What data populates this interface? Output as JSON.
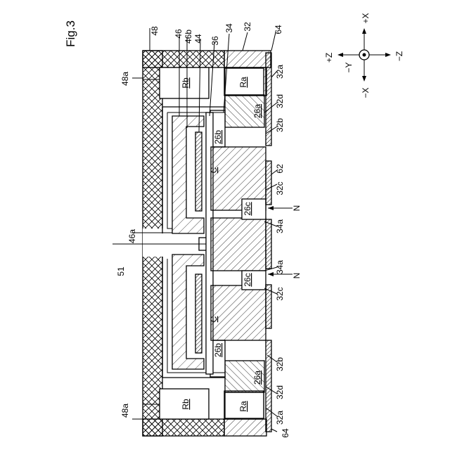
{
  "figure": {
    "title": "Fig.3",
    "labels": {
      "n48": "48",
      "n46": "46",
      "n46b": "46b",
      "n44": "44",
      "n36": "36",
      "n34": "34",
      "n32": "32",
      "n64_top": "64",
      "n64_bot": "64",
      "n62": "62",
      "n51": "51",
      "n48a_top": "48a",
      "n48a_bot": "48a",
      "n46a": "46a",
      "n32a_top": "32a",
      "n32a_bot": "32a",
      "n32d_top": "32d",
      "n32d_bot": "32d",
      "n32b_top": "32b",
      "n32b_bot": "32b",
      "n32c_top": "32c",
      "n32c_bot": "32c",
      "n34a_top": "34a",
      "n34a_bot": "34a",
      "N_top": "N",
      "N_bot": "N",
      "Rb_top": "Rb",
      "Rb_bot": "Rb",
      "Ra_top": "Ra",
      "Ra_bot": "Ra",
      "a26_top": "26a",
      "a26_bot": "26a",
      "b26_top": "26b",
      "b26_bot": "26b",
      "c26_top": "26c",
      "c26_bot": "26c",
      "C_top": "C",
      "C_bot": "C"
    },
    "axes": {
      "plus_z": "+Z",
      "minus_z": "−Z",
      "plus_x": "+X",
      "minus_x": "−X",
      "minus_y": "−Y"
    }
  }
}
